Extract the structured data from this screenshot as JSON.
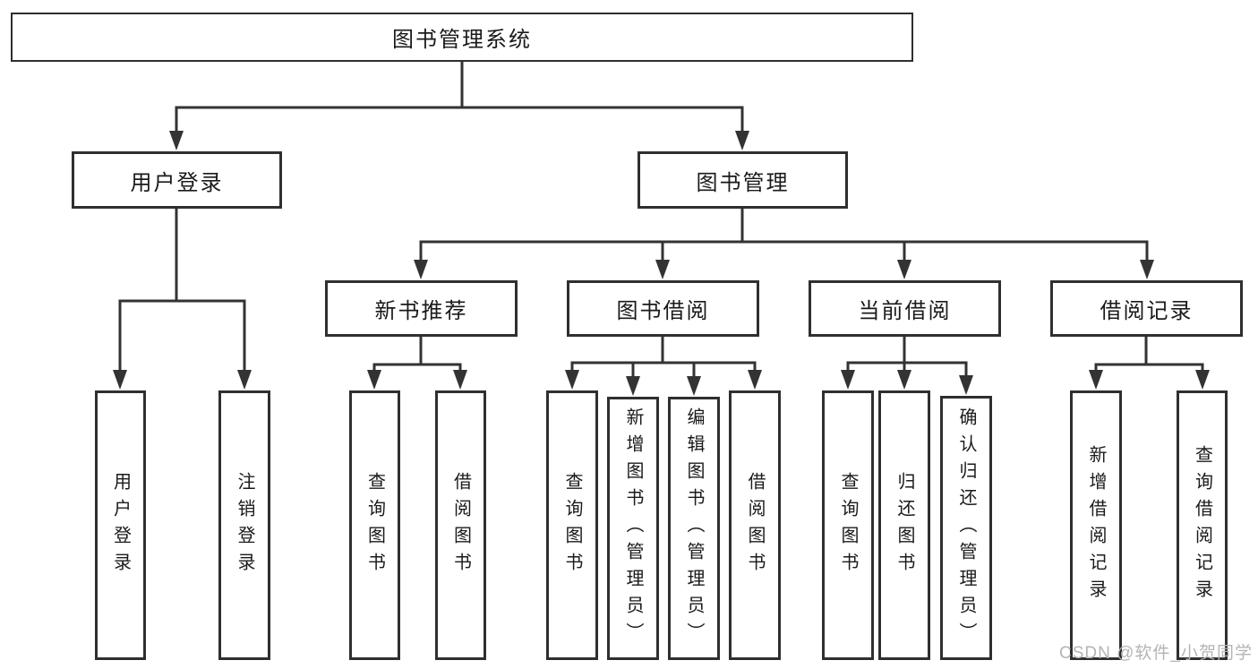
{
  "diagram_title": "图书管理系统",
  "watermark": "CSDN @软件_小贺同学",
  "colors": {
    "line": "#333333",
    "box_border": "#2f2f2f",
    "text": "#1a1a1a",
    "background": "#ffffff",
    "watermark": "#b4b4b4"
  },
  "nodes": {
    "root": "图书管理系统",
    "user_login": "用户登录",
    "book_management": "图书管理",
    "new_book_recommendation": "新书推荐",
    "book_borrowing": "图书借阅",
    "current_borrowing": "当前借阅",
    "borrowing_records": "借阅记录",
    "leaf_user_login": "用户登录",
    "leaf_logout": "注销登录",
    "leaf_nb_query_books": "查询图书",
    "leaf_nb_borrow_books": "借阅图书",
    "leaf_bb_query_books": "查询图书",
    "leaf_bb_add_books_admin": "新增图书（管理员）",
    "leaf_bb_edit_books_admin": "编辑图书（管理员）",
    "leaf_bb_borrow_books": "借阅图书",
    "leaf_cb_query_books": "查询图书",
    "leaf_cb_return_books": "归还图书",
    "leaf_cb_confirm_return_admin": "确认归还（管理员）",
    "leaf_br_add_record": "新增借阅记录",
    "leaf_br_query_record": "查询借阅记录"
  }
}
